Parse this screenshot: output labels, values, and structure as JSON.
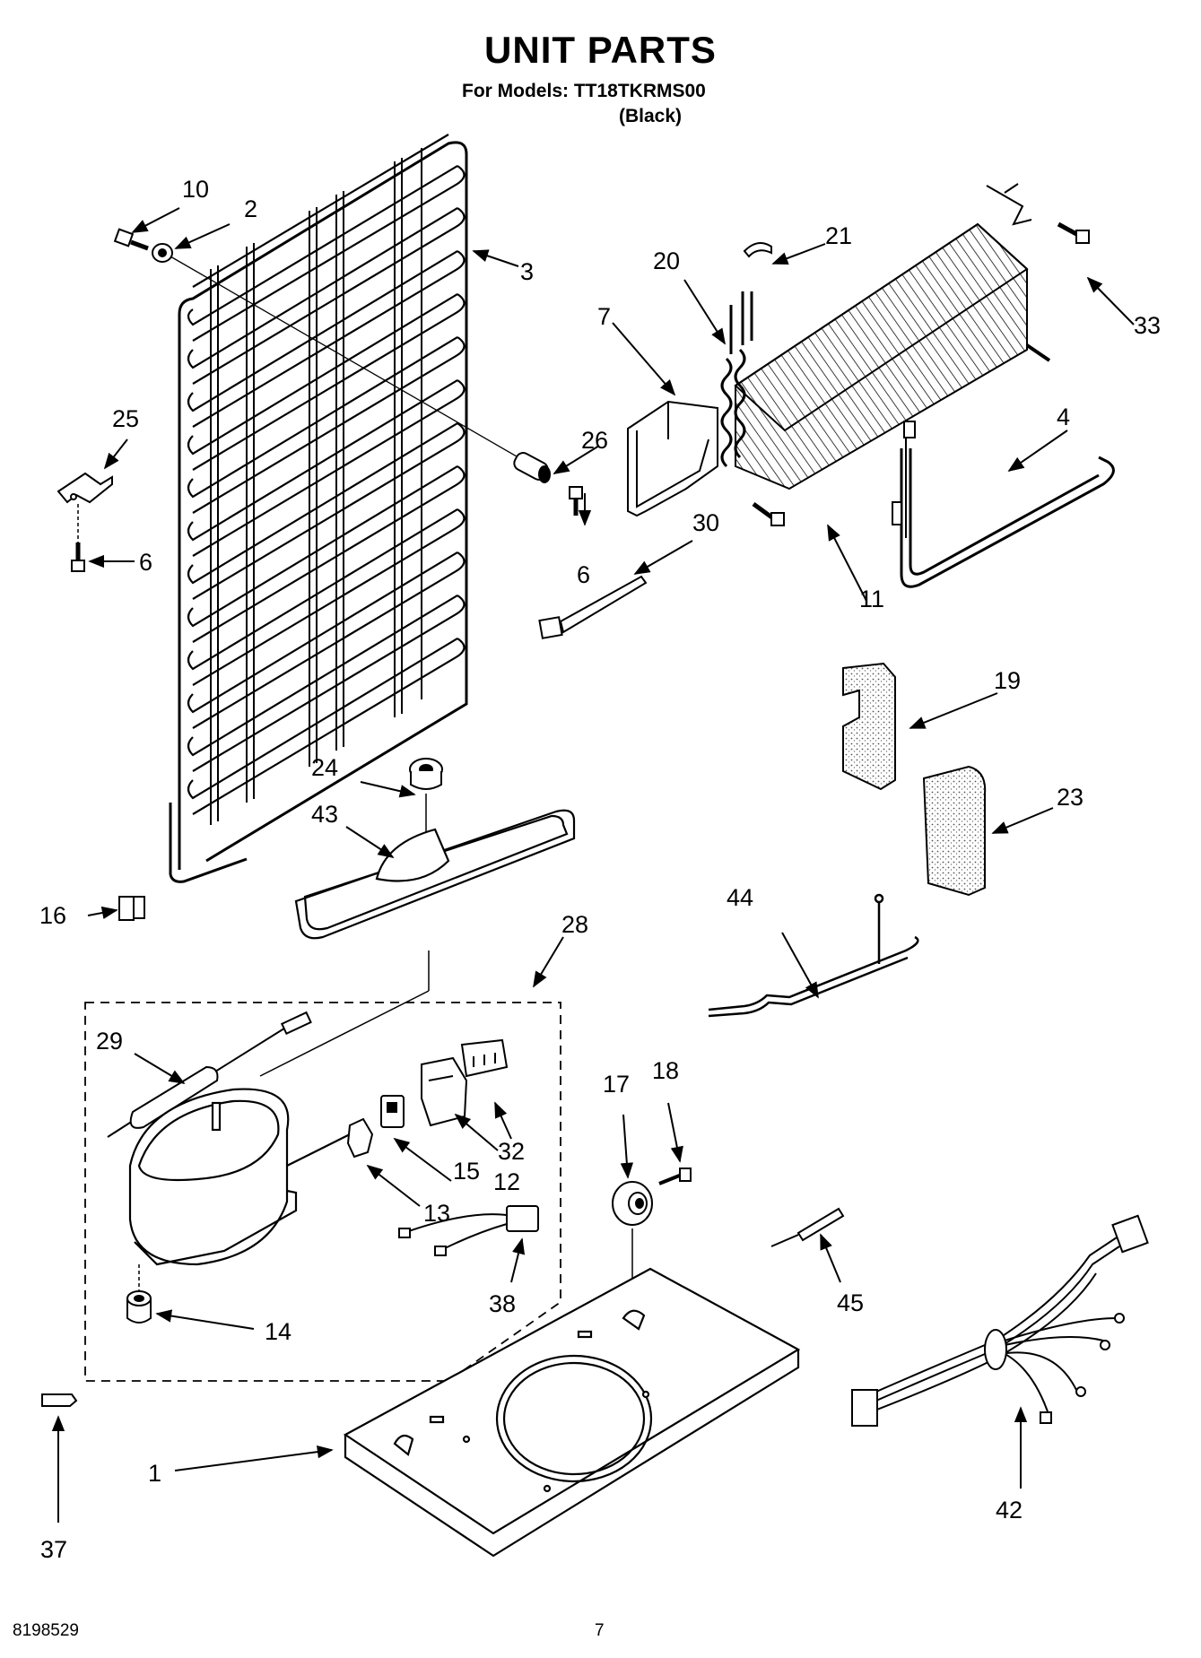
{
  "header": {
    "title": "UNIT PARTS",
    "subtitle": "For Models: TT18TKRMS00",
    "color_variant": "(Black)"
  },
  "footer": {
    "doc_number": "8198529",
    "page_number": "7"
  },
  "callouts": {
    "c1": "1",
    "c2": "2",
    "c3": "3",
    "c4": "4",
    "c6a": "6",
    "c6b": "6",
    "c7": "7",
    "c10": "10",
    "c11": "11",
    "c12": "12",
    "c13": "13",
    "c14": "14",
    "c15": "15",
    "c16": "16",
    "c17": "17",
    "c18": "18",
    "c19": "19",
    "c20": "20",
    "c21": "21",
    "c23": "23",
    "c24": "24",
    "c25": "25",
    "c26": "26",
    "c28": "28",
    "c29": "29",
    "c30": "30",
    "c32": "32",
    "c33": "33",
    "c37": "37",
    "c38": "38",
    "c42": "42",
    "c43": "43",
    "c44": "44",
    "c45": "45"
  }
}
